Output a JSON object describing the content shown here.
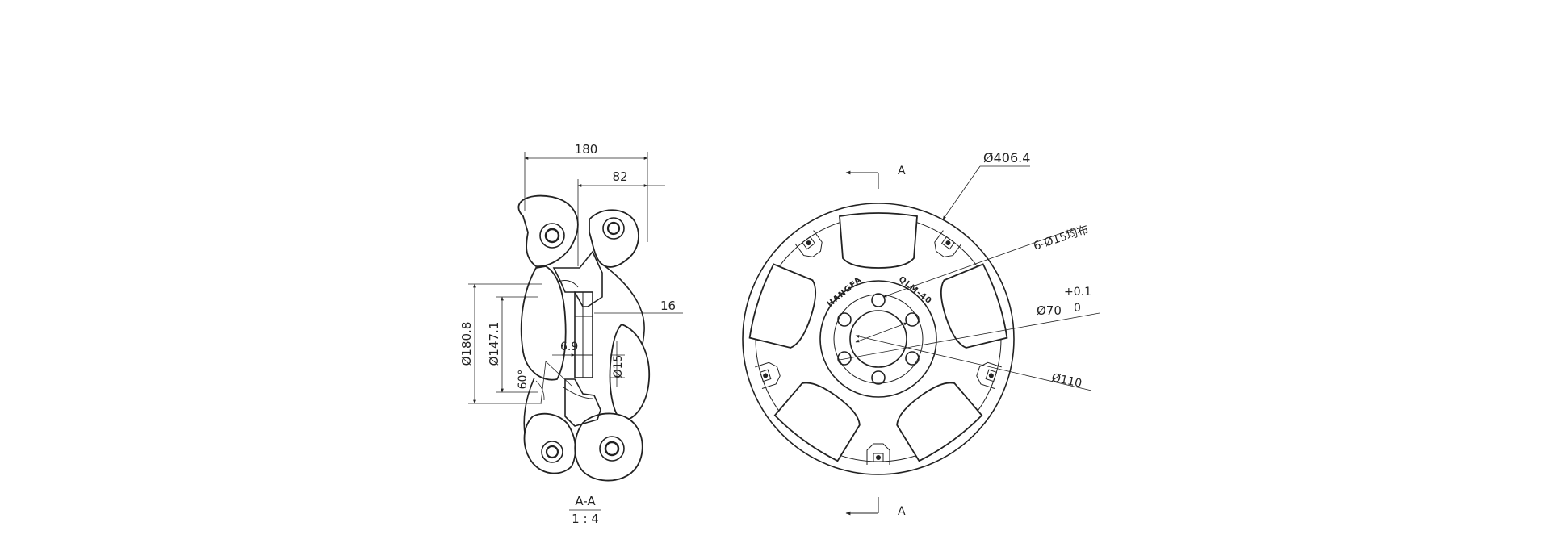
{
  "section_view": {
    "dims": {
      "width_180": "180",
      "width_82": "82",
      "dia_180_8": "Ø180.8",
      "dia_147_1": "Ø147.1",
      "dim_16": "16",
      "dim_6_9": "6.9",
      "dia_15": "Ø15",
      "angle_60": "60°"
    },
    "title": "A-A",
    "scale": "1 : 4"
  },
  "front_view": {
    "section_label_top": "A",
    "section_label_bottom": "A",
    "dia_outer": "Ø406.4",
    "holes_note": "6-Ø15均布",
    "tol_upper": "+0.1",
    "tol_lower": "0",
    "dia_bore": "Ø70",
    "dia_pcd": "Ø110",
    "brand_left": "HANGFA",
    "brand_right": "QLM-40"
  }
}
